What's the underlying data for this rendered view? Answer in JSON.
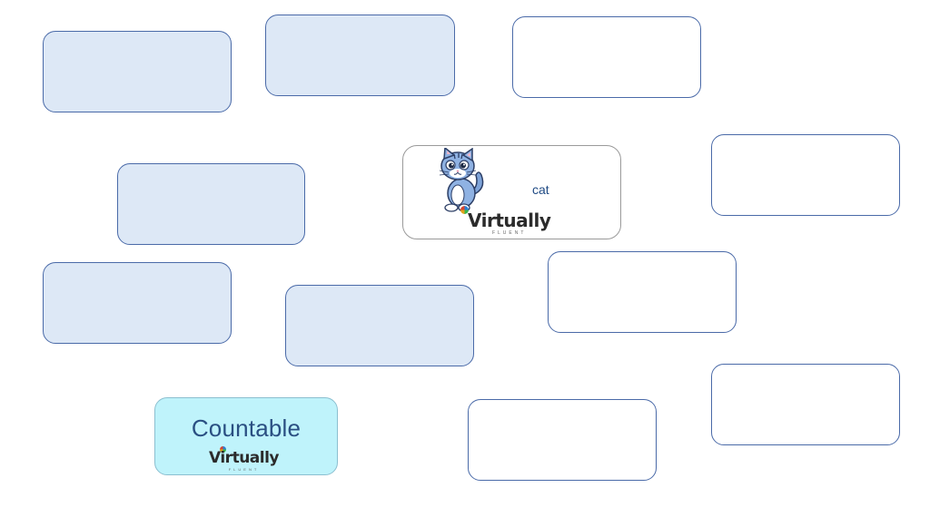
{
  "source_card": {
    "word": "cat",
    "image": "cat-cartoon-icon",
    "logo": {
      "word": "Virtually",
      "tagline": "FLUENT"
    }
  },
  "countable_card": {
    "word": "Countable",
    "logo": {
      "word": "Virtually",
      "tagline": "FLUENT"
    }
  },
  "colors": {
    "blue_slot": "#dde8f6",
    "empty_slot": "#ffffff",
    "slot_border": "#4a6aa8",
    "countable_bg": "#bff3fb",
    "text_blue": "#2a4f82"
  }
}
